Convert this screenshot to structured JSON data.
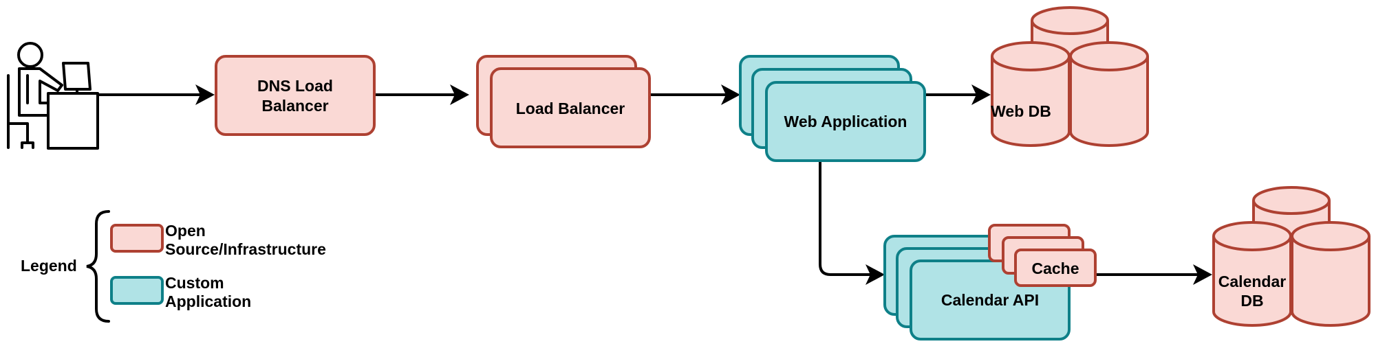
{
  "colors": {
    "infra_fill": "#fad9d5",
    "infra_stroke": "#ae4132",
    "custom_fill": "#b0e3e6",
    "custom_stroke": "#0e8088",
    "edge": "#000000"
  },
  "nodes": {
    "user": {
      "icon": "user-at-desk-icon"
    },
    "dns_load_balancer": {
      "line1": "DNS Load",
      "line2": "Balancer"
    },
    "load_balancer": {
      "label": "Load Balancer"
    },
    "web_application": {
      "label": "Web Application"
    },
    "web_db": {
      "label": "Web DB"
    },
    "calendar_api": {
      "label": "Calendar API"
    },
    "cache": {
      "label": "Cache"
    },
    "calendar_db": {
      "line1": "Calendar",
      "line2": "DB"
    }
  },
  "legend": {
    "title": "Legend",
    "items": [
      {
        "line1": "Open",
        "line2": "Source/Infrastructure",
        "kind": "infra"
      },
      {
        "line1": "Custom",
        "line2": "Application",
        "kind": "custom"
      }
    ]
  },
  "edges": [
    {
      "from": "user",
      "to": "dns_load_balancer"
    },
    {
      "from": "dns_load_balancer",
      "to": "load_balancer"
    },
    {
      "from": "load_balancer",
      "to": "web_application"
    },
    {
      "from": "web_application",
      "to": "web_db"
    },
    {
      "from": "web_application",
      "to": "calendar_api"
    },
    {
      "from": "cache",
      "to": "calendar_db"
    }
  ]
}
